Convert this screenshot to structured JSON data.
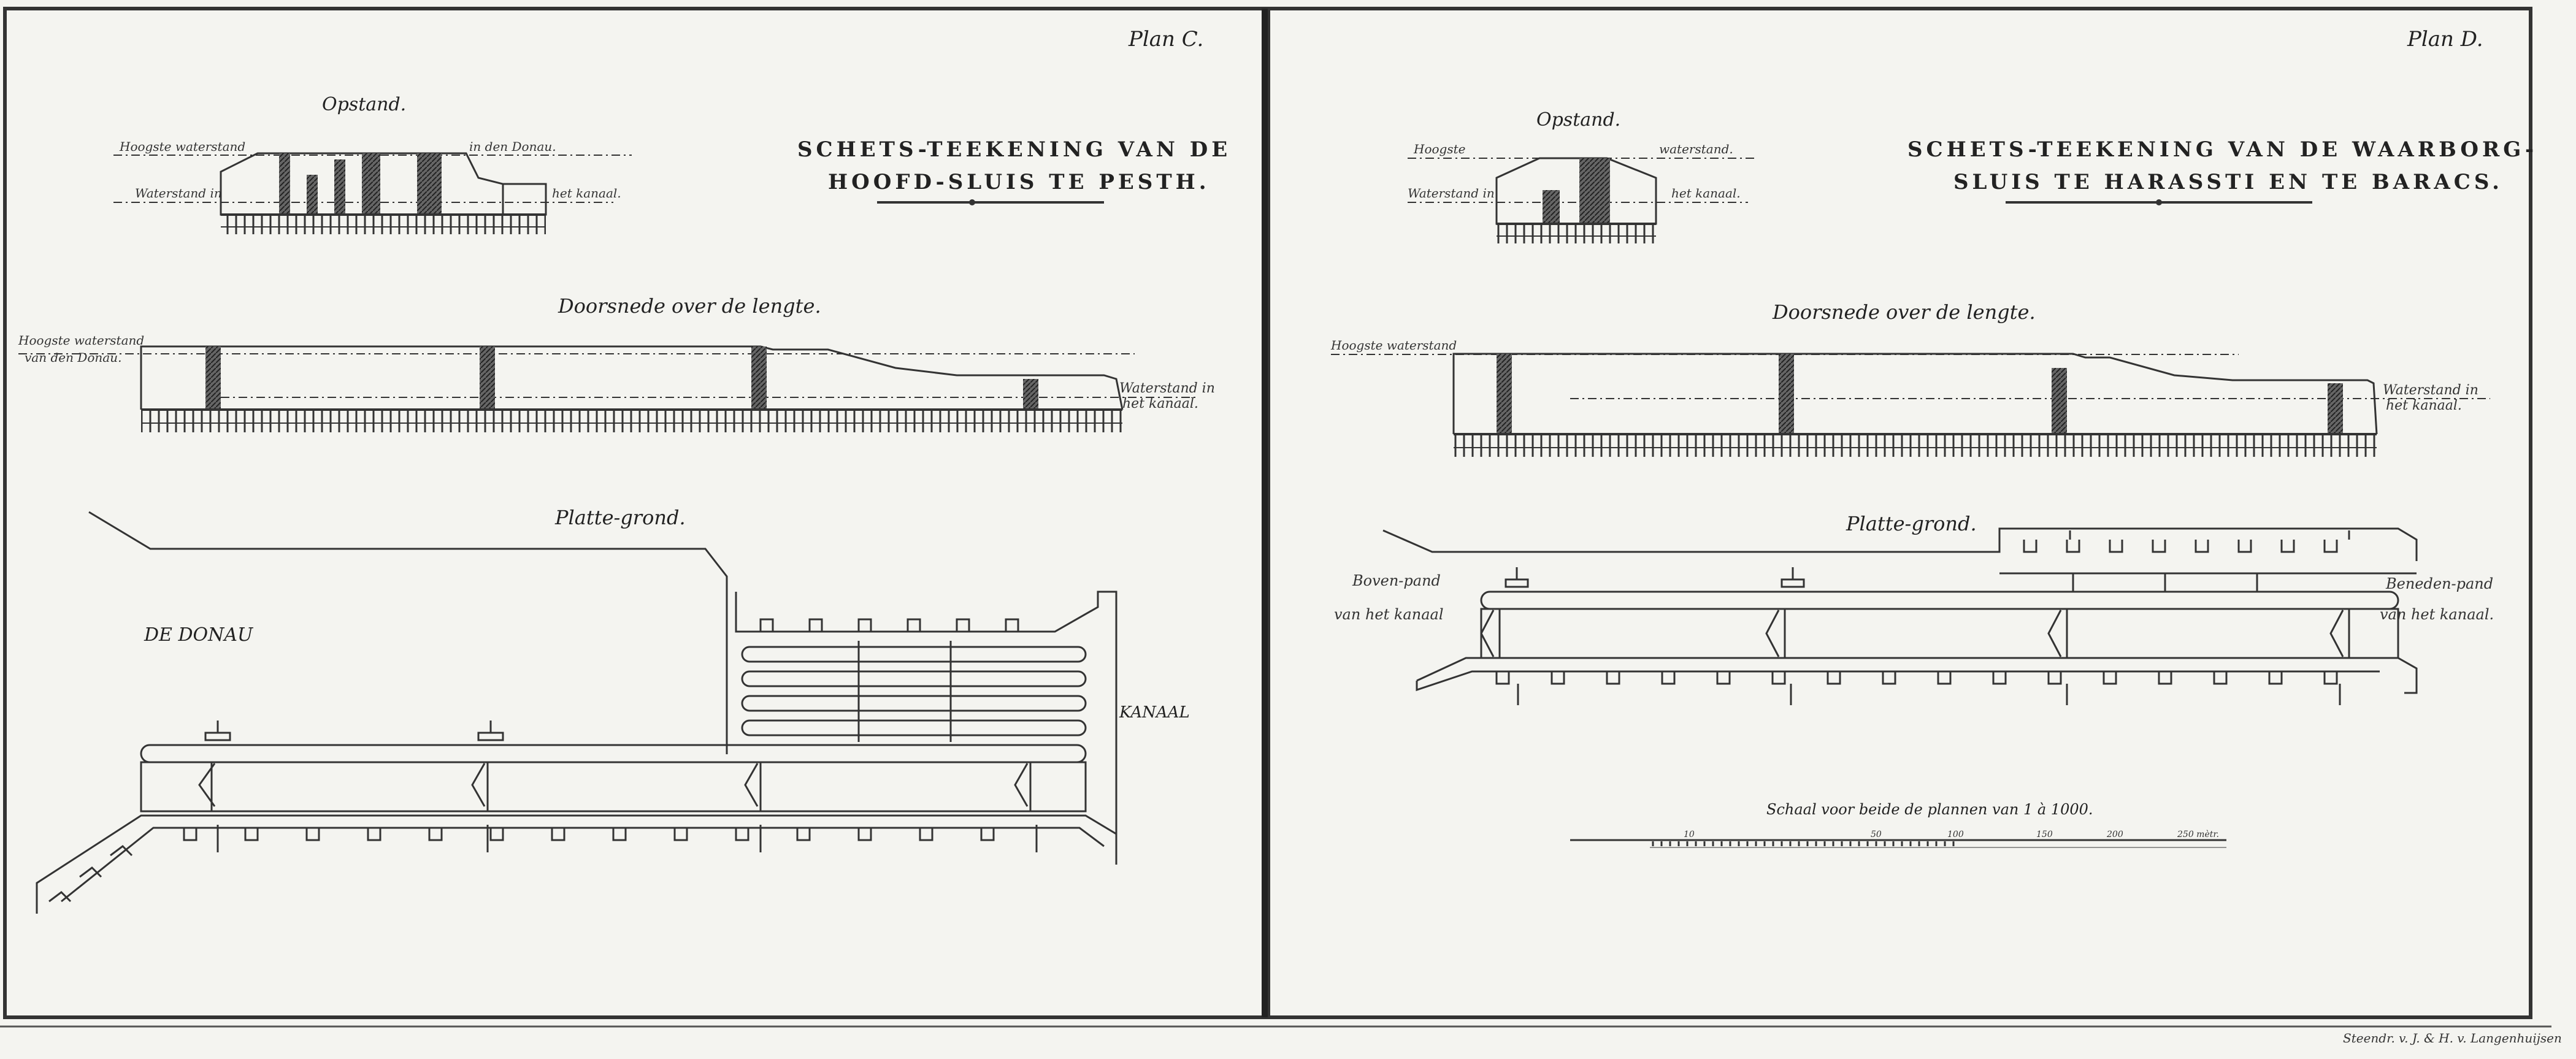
{
  "plan_c": {
    "plan_label": "Plan C.",
    "title_line1": "SCHETS-TEEKENING VAN DE",
    "title_line2": "HOOFD-SLUIS TE PESTH.",
    "opstand": "Opstand.",
    "elev_high_water": "Hoogste waterstand",
    "elev_in_donau": "in den Donau.",
    "elev_water_in": "Waterstand in",
    "elev_kanaal": "het kanaal.",
    "doorsnede": "Doorsnede over de lengte.",
    "sect_high_water_1": "Hoogste waterstand",
    "sect_high_water_2": "van den Donau.",
    "sect_water_1": "Waterstand in",
    "sect_water_2": "het kanaal.",
    "platte_grond": "Platte-grond.",
    "donau": "DE DONAU",
    "kanaal": "KANAAL"
  },
  "plan_d": {
    "plan_label": "Plan D.",
    "title_line1": "SCHETS-TEEKENING VAN DE WAARBORG-",
    "title_line2": "SLUIS TE HARASSTI EN TE BARACS.",
    "opstand": "Opstand.",
    "elev_high_1": "Hoogste",
    "elev_high_2": "waterstand.",
    "elev_water_in": "Waterstand in",
    "elev_kanaal": "het kanaal.",
    "doorsnede": "Doorsnede over de lengte.",
    "sect_high_water": "Hoogste waterstand",
    "sect_water_1": "Waterstand in",
    "sect_water_2": "het kanaal.",
    "platte_grond": "Platte-grond.",
    "boven_pand_1": "Boven-pand",
    "boven_pand_2": "van het kanaal",
    "beneden_pand_1": "Beneden-pand",
    "beneden_pand_2": "van het kanaal.",
    "scale_text": "Schaal voor beide de plannen van 1 à 1000.",
    "scale_ticks": [
      "10",
      "50",
      "100",
      "150",
      "200",
      "250 mètr."
    ]
  },
  "credit": "Steendr. v. J. & H. v. Langenhuijsen"
}
